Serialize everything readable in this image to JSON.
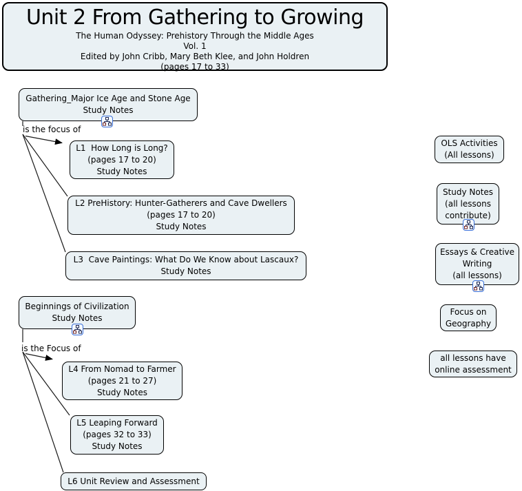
{
  "app": {
    "kind": "concept-map",
    "colors": {
      "node_fill": "#eaf1f4",
      "node_border": "#000000",
      "background": "#ffffff",
      "connector_line": "#1a1a1a",
      "icon_border": "#3a6fd8"
    }
  },
  "title_node": {
    "title": "Unit 2 From Gathering to Growing",
    "lines": [
      "The Human Odyssey: Prehistory Through the Middle Ages",
      "Vol. 1",
      "Edited by John Cribb, Mary Beth Klee, and John Holdren",
      "(pages 17 to 33)"
    ]
  },
  "nodes": {
    "gathering": {
      "lines": [
        "Gathering_Major Ice Age and Stone Age",
        "Study Notes"
      ],
      "icon": "linked-diagram-icon"
    },
    "l1": {
      "lines": [
        "L1  How Long is Long?",
        "(pages 17 to 20)",
        "Study Notes"
      ]
    },
    "l2": {
      "lines": [
        "L2 PreHistory: Hunter-Gatherers and Cave Dwellers",
        "(pages 17 to 20)",
        "Study Notes"
      ]
    },
    "l3": {
      "lines": [
        "L3  Cave Paintings: What Do We Know about Lascaux?",
        "Study Notes"
      ]
    },
    "beginnings": {
      "lines": [
        "Beginnings of Civilization",
        "Study Notes"
      ],
      "icon": "linked-diagram-icon"
    },
    "l4": {
      "lines": [
        "L4 From Nomad to Farmer",
        "(pages 21 to 27)",
        "Study Notes"
      ]
    },
    "l5": {
      "lines": [
        "L5 Leaping Forward",
        "(pages 32 to 33)",
        "Study Notes"
      ]
    },
    "l6": {
      "lines": [
        "L6 Unit Review and Assessment"
      ]
    },
    "ols": {
      "lines": [
        "OLS Activities",
        "(All lessons)"
      ]
    },
    "study_notes": {
      "lines": [
        "Study Notes",
        "(all lessons",
        "contribute)"
      ],
      "icon": "linked-diagram-icon"
    },
    "essays": {
      "lines": [
        "Essays & Creative",
        "Writing",
        "(all lessons)"
      ],
      "icon": "linked-diagram-icon"
    },
    "geography": {
      "lines": [
        "Focus on",
        "Geography"
      ]
    },
    "assessment": {
      "lines": [
        "all lessons have",
        "online assessment"
      ]
    }
  },
  "links": [
    {
      "from": "Gathering_Major Ice Age and Stone Age Study Notes",
      "label": "is the focus of",
      "to": [
        "L1 How Long is Long?",
        "L2 PreHistory: Hunter-Gatherers and Cave Dwellers",
        "L3 Cave Paintings: What Do We Know about Lascaux?"
      ]
    },
    {
      "from": "Beginnings of Civilization Study Notes",
      "label": "is the Focus of",
      "to": [
        "L4 From Nomad to Farmer",
        "L5 Leaping Forward",
        "L6 Unit Review and Assessment"
      ]
    }
  ]
}
